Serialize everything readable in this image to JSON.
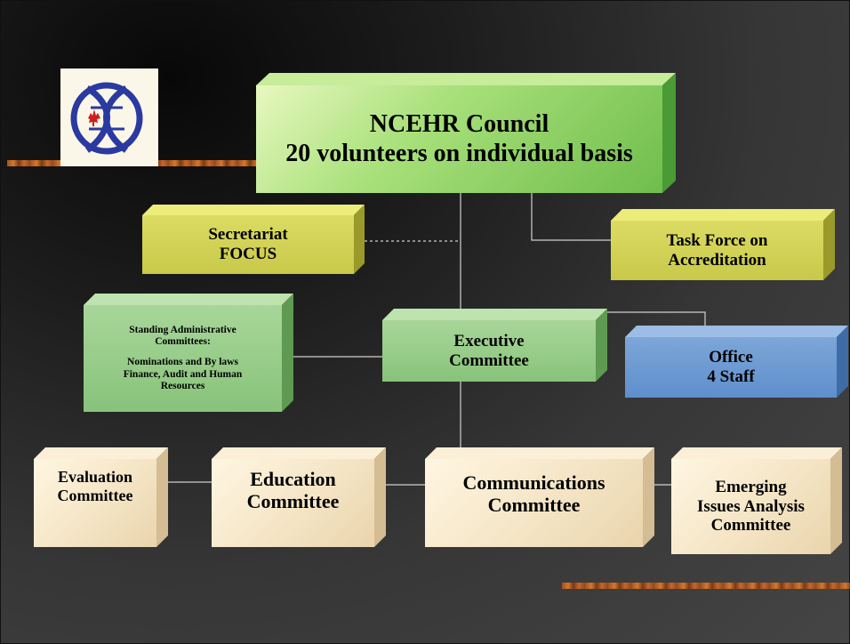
{
  "nodes": {
    "council": {
      "line1": "NCEHR Council",
      "line2": "20 volunteers on individual basis"
    },
    "secretariat": {
      "line1": "Secretariat",
      "line2": "FOCUS"
    },
    "task_force": {
      "line1": "Task Force on",
      "line2": "Accreditation"
    },
    "standing": {
      "line1": "Standing Administrative",
      "line2": "Committees:",
      "line3": "Nominations and By laws",
      "line4": "Finance, Audit and Human",
      "line5": "Resources"
    },
    "executive": {
      "line1": "Executive",
      "line2": "Committee"
    },
    "office": {
      "line1": "Office",
      "line2": "4 Staff"
    },
    "evaluation": {
      "line1": "Evaluation",
      "line2": "Committee"
    },
    "education": {
      "line1": "Education",
      "line2": "Committee"
    },
    "communications": {
      "line1": "Communications",
      "line2": "Committee"
    },
    "emerging": {
      "line1": "Emerging",
      "line2": "Issues Analysis",
      "line3": "Committee"
    }
  },
  "colors": {
    "connector": "#d0d0d0",
    "council_box": "#8fd46a",
    "secretariat_box": "#cfcf55",
    "standing_box": "#98cc88",
    "office_box": "#6a98d2",
    "committee_box": "#f5e7c8",
    "logo_ring": "#2a3aa0",
    "logo_leaf": "#cc2020"
  }
}
